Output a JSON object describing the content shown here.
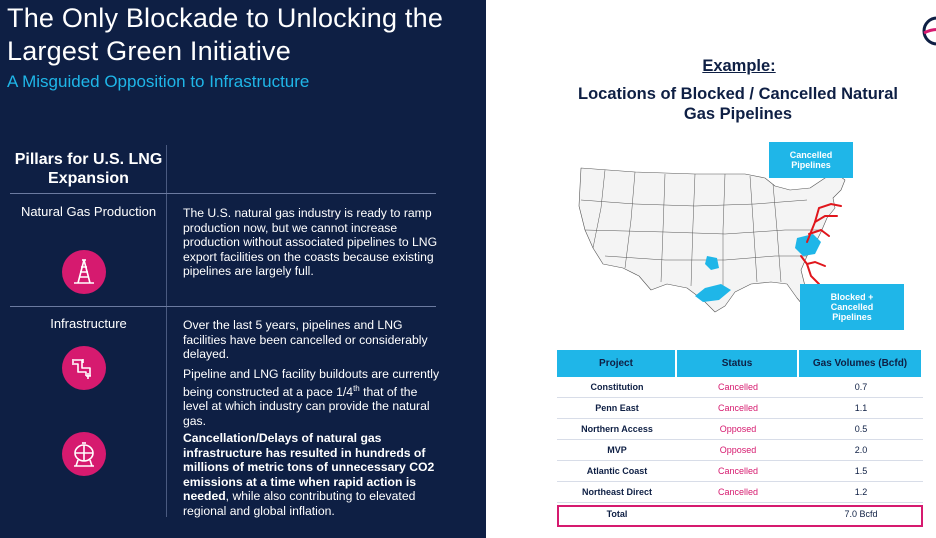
{
  "left": {
    "title": "The Only Blockade to Unlocking the Largest Green Initiative",
    "subtitle": "A Misguided Opposition to Infrastructure",
    "pillars_header": "Pillars for U.S. LNG Expansion",
    "pillars": [
      {
        "label": "Natural Gas Production",
        "icon": "oil-rig-icon",
        "text": "The U.S. natural gas industry is ready to ramp production now, but we cannot increase production without associated pipelines to LNG export facilities on the coasts because existing pipelines are largely full."
      },
      {
        "label": "Infrastructure",
        "icon": "pipeline-icon",
        "icon2": "lng-tank-icon",
        "text1": "Over the last 5 years, pipelines and LNG facilities have been cancelled or considerably delayed.",
        "text2_a": "Pipeline and LNG facility buildouts are currently being constructed at a pace 1/4",
        "text2_sup": "th",
        "text2_b": " that of the level at which industry can provide the natural gas.",
        "text3_bold": "Cancellation/Delays of natural gas infrastructure has resulted in hundreds of millions of metric tons of unnecessary CO2 emissions at a time when rapid action is needed",
        "text3_rest": ", while also contributing to elevated regional and global inflation."
      }
    ]
  },
  "right": {
    "example_label": "Example:",
    "example_title": "Locations of Blocked / Cancelled Natural Gas Pipelines",
    "callout_cancelled": "Cancelled Pipelines",
    "callout_blocked": "Blocked + Cancelled Pipelines",
    "table": {
      "headers": [
        "Project",
        "Status",
        "Gas Volumes (Bcfd)"
      ],
      "rows": [
        {
          "project": "Constitution",
          "status": "Cancelled",
          "volume": "0.7"
        },
        {
          "project": "Penn East",
          "status": "Cancelled",
          "volume": "1.1"
        },
        {
          "project": "Northern Access",
          "status": "Opposed",
          "volume": "0.5"
        },
        {
          "project": "MVP",
          "status": "Opposed",
          "volume": "2.0"
        },
        {
          "project": "Atlantic Coast",
          "status": "Cancelled",
          "volume": "1.5"
        },
        {
          "project": "Northeast Direct",
          "status": "Cancelled",
          "volume": "1.2"
        }
      ],
      "total_label": "Total",
      "total_value": "7.0 Bcfd"
    }
  },
  "colors": {
    "navy": "#0e1f44",
    "accent_blue": "#1fb6e8",
    "accent_magenta": "#d61a6f"
  }
}
